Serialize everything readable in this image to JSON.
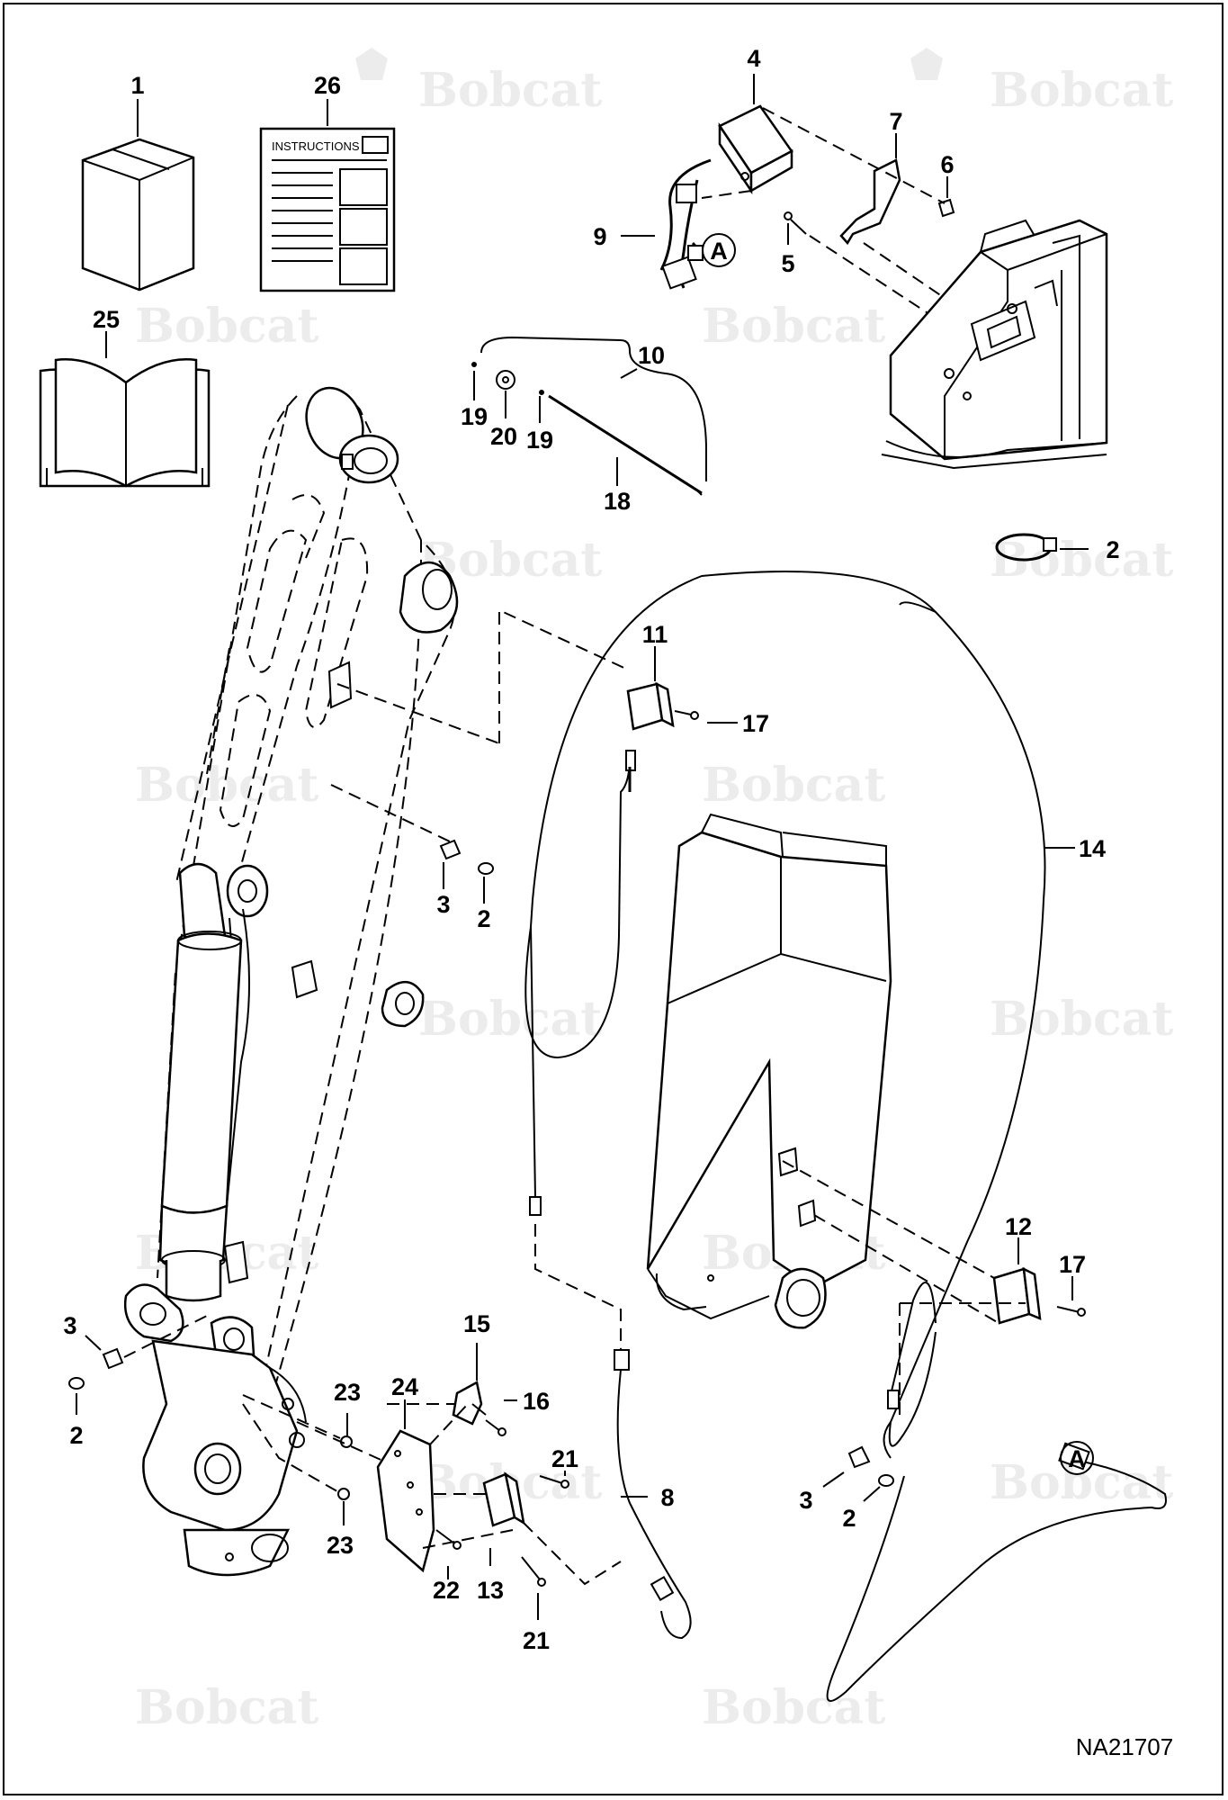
{
  "figure": {
    "code": "NA21707",
    "watermark_text": "Bobcat",
    "instructions_text": "INSTRUCTIONS",
    "connector_ref": "A"
  },
  "callouts": [
    {
      "id": "c1",
      "text": "1"
    },
    {
      "id": "c26",
      "text": "26"
    },
    {
      "id": "c25",
      "text": "25"
    },
    {
      "id": "c4",
      "text": "4"
    },
    {
      "id": "c7",
      "text": "7"
    },
    {
      "id": "c6",
      "text": "6"
    },
    {
      "id": "c9",
      "text": "9"
    },
    {
      "id": "c5",
      "text": "5"
    },
    {
      "id": "c10",
      "text": "10"
    },
    {
      "id": "c19a",
      "text": "19"
    },
    {
      "id": "c20",
      "text": "20"
    },
    {
      "id": "c19b",
      "text": "19"
    },
    {
      "id": "c18",
      "text": "18"
    },
    {
      "id": "c2a",
      "text": "2"
    },
    {
      "id": "c11",
      "text": "11"
    },
    {
      "id": "c17a",
      "text": "17"
    },
    {
      "id": "c14",
      "text": "14"
    },
    {
      "id": "c3a",
      "text": "3"
    },
    {
      "id": "c2b",
      "text": "2"
    },
    {
      "id": "c12",
      "text": "12"
    },
    {
      "id": "c17b",
      "text": "17"
    },
    {
      "id": "c3b",
      "text": "3"
    },
    {
      "id": "c2c",
      "text": "2"
    },
    {
      "id": "c15",
      "text": "15"
    },
    {
      "id": "c23a",
      "text": "23"
    },
    {
      "id": "c24",
      "text": "24"
    },
    {
      "id": "c16",
      "text": "16"
    },
    {
      "id": "c21a",
      "text": "21"
    },
    {
      "id": "c8",
      "text": "8"
    },
    {
      "id": "c23b",
      "text": "23"
    },
    {
      "id": "c22",
      "text": "22"
    },
    {
      "id": "c13",
      "text": "13"
    },
    {
      "id": "c21b",
      "text": "21"
    },
    {
      "id": "c3c",
      "text": "3"
    },
    {
      "id": "c2d",
      "text": "2"
    }
  ]
}
